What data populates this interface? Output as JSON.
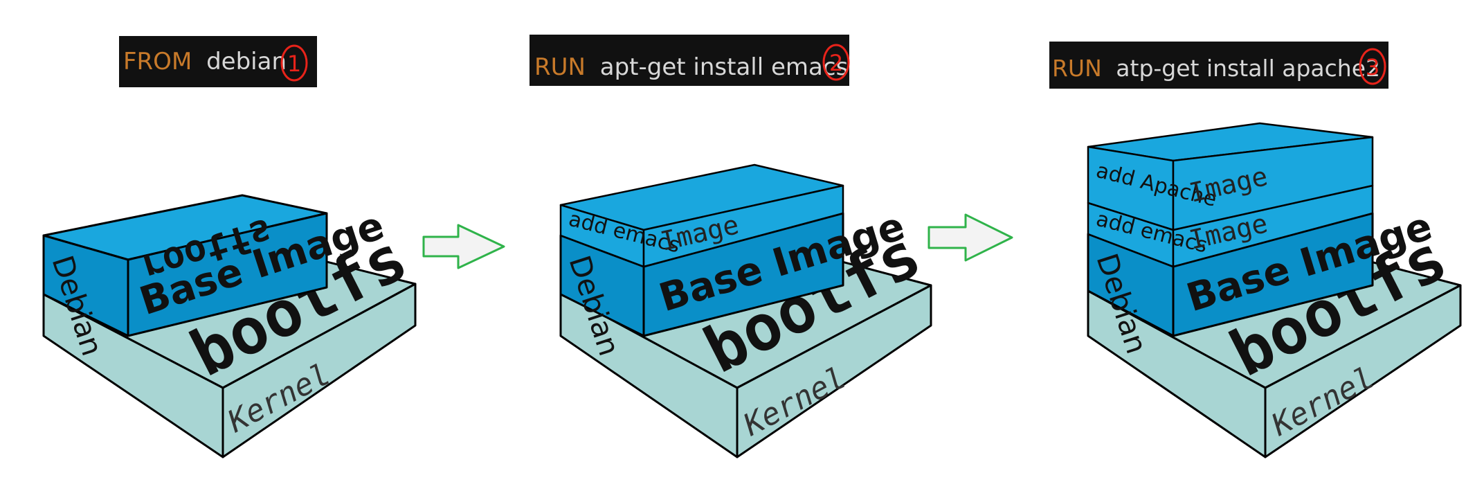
{
  "colors": {
    "kernel_fill": "#a8d5d3",
    "layer_front": "#0a8fc8",
    "layer_top": "#1aa7de",
    "cmd_bg": "#111111",
    "cmd_keyword": "#c87a2a",
    "cmd_text": "#d8d8d8",
    "step_circle": "#e8231a",
    "arrow": "#2fb34a"
  },
  "stages": [
    {
      "command": {
        "keyword": "FROM",
        "text": "debian",
        "step": "1"
      },
      "kernel_label": "Kernel",
      "bootfs_label": "bootfs",
      "rootfs_label": "rootfs",
      "debian_label": "Debian",
      "base_image_label": "Base Image"
    },
    {
      "command": {
        "keyword": "RUN",
        "text": "apt-get install emacs",
        "step": "2"
      },
      "kernel_label": "Kernel",
      "bootfs_label": "bootfs",
      "debian_label": "Debian",
      "base_image_label": "Base Image",
      "layers": [
        {
          "side_label": "add emacs",
          "front_label": "Image"
        }
      ]
    },
    {
      "command": {
        "keyword": "RUN",
        "text": "atp-get install apache2",
        "step": "3"
      },
      "kernel_label": "Kernel",
      "bootfs_label": "bootfs",
      "debian_label": "Debian",
      "base_image_label": "Base Image",
      "layers": [
        {
          "side_label": "add emacs",
          "front_label": "Image"
        },
        {
          "side_label": "add Apache",
          "front_label": "Image"
        }
      ]
    }
  ]
}
